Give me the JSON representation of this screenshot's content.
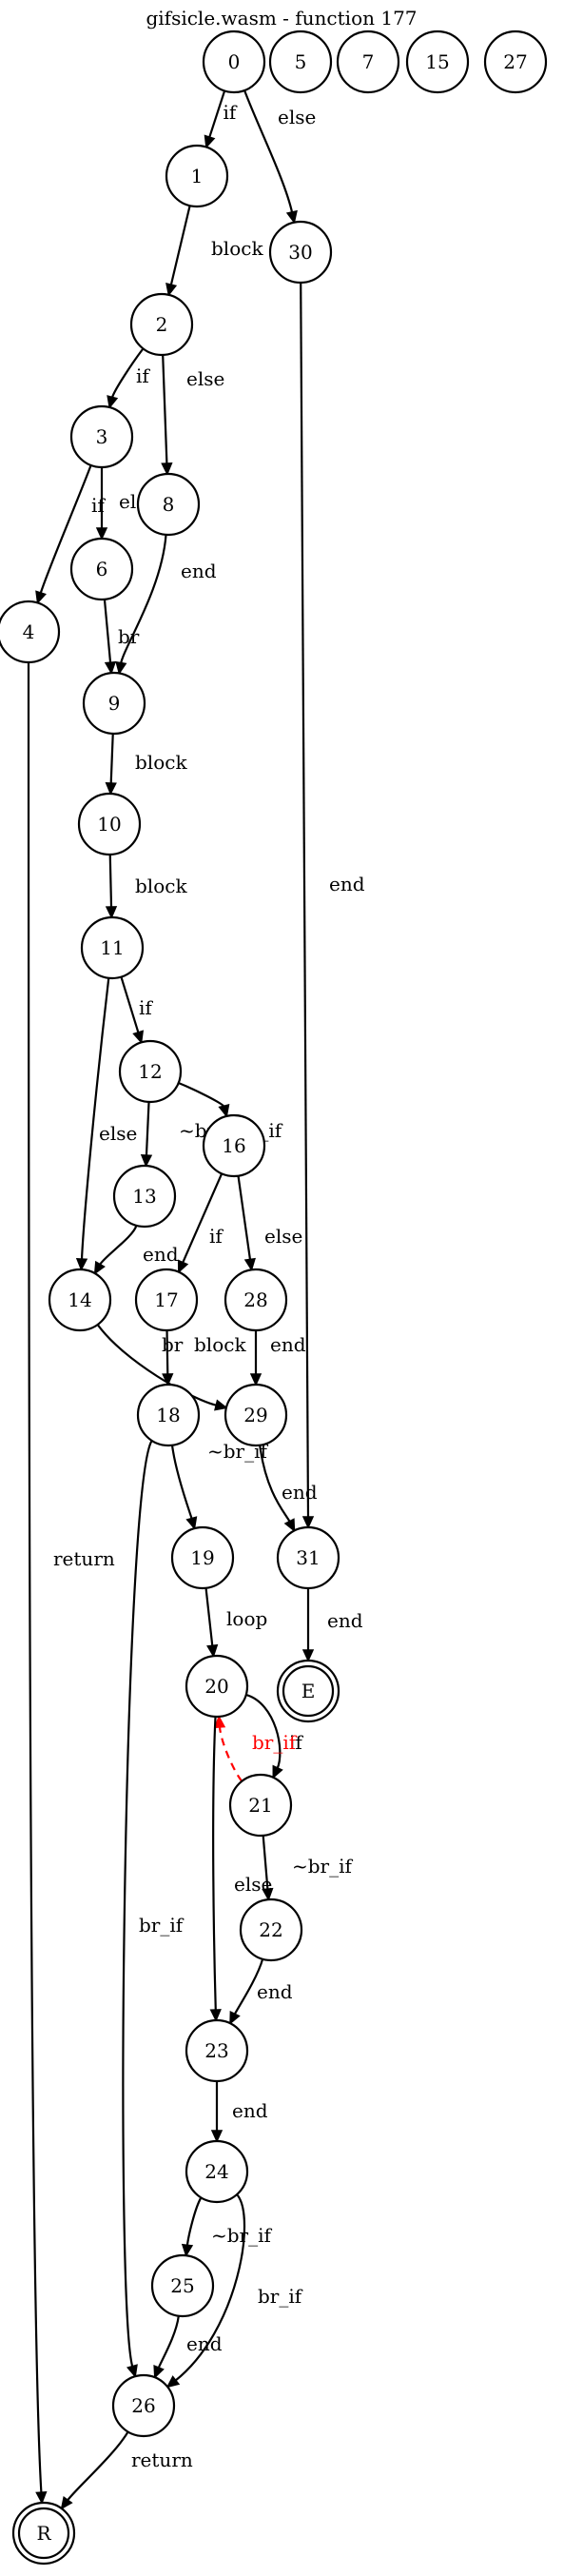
{
  "title": "gifsicle.wasm - function 177",
  "nodes": [
    {
      "id": "0",
      "label": "0"
    },
    {
      "id": "5",
      "label": "5"
    },
    {
      "id": "7",
      "label": "7"
    },
    {
      "id": "15",
      "label": "15"
    },
    {
      "id": "27",
      "label": "27"
    },
    {
      "id": "1",
      "label": "1"
    },
    {
      "id": "30",
      "label": "30"
    },
    {
      "id": "2",
      "label": "2"
    },
    {
      "id": "3",
      "label": "3"
    },
    {
      "id": "8",
      "label": "8"
    },
    {
      "id": "4",
      "label": "4"
    },
    {
      "id": "6",
      "label": "6"
    },
    {
      "id": "9",
      "label": "9"
    },
    {
      "id": "10",
      "label": "10"
    },
    {
      "id": "11",
      "label": "11"
    },
    {
      "id": "12",
      "label": "12"
    },
    {
      "id": "13",
      "label": "13"
    },
    {
      "id": "16",
      "label": "16"
    },
    {
      "id": "14",
      "label": "14"
    },
    {
      "id": "17",
      "label": "17"
    },
    {
      "id": "28",
      "label": "28"
    },
    {
      "id": "18",
      "label": "18"
    },
    {
      "id": "29",
      "label": "29"
    },
    {
      "id": "19",
      "label": "19"
    },
    {
      "id": "31",
      "label": "31"
    },
    {
      "id": "E",
      "label": "E",
      "terminal": true
    },
    {
      "id": "20",
      "label": "20"
    },
    {
      "id": "21",
      "label": "21"
    },
    {
      "id": "22",
      "label": "22"
    },
    {
      "id": "23",
      "label": "23"
    },
    {
      "id": "24",
      "label": "24"
    },
    {
      "id": "25",
      "label": "25"
    },
    {
      "id": "26",
      "label": "26"
    },
    {
      "id": "R",
      "label": "R",
      "terminal": true
    }
  ],
  "edges": [
    {
      "from": "0",
      "to": "1",
      "label": "if"
    },
    {
      "from": "0",
      "to": "30",
      "label": "else"
    },
    {
      "from": "1",
      "to": "2",
      "label": "block"
    },
    {
      "from": "30",
      "to": "31",
      "label": "end"
    },
    {
      "from": "2",
      "to": "3",
      "label": "if"
    },
    {
      "from": "2",
      "to": "8",
      "label": "else"
    },
    {
      "from": "3",
      "to": "4",
      "label": "if"
    },
    {
      "from": "3",
      "to": "6",
      "label": "else"
    },
    {
      "from": "8",
      "to": "9",
      "label": "end"
    },
    {
      "from": "6",
      "to": "9",
      "label": "br"
    },
    {
      "from": "4",
      "to": "R",
      "label": "return"
    },
    {
      "from": "9",
      "to": "10",
      "label": "block"
    },
    {
      "from": "10",
      "to": "11",
      "label": "block"
    },
    {
      "from": "11",
      "to": "12",
      "label": "if"
    },
    {
      "from": "11",
      "to": "14",
      "label": "else"
    },
    {
      "from": "12",
      "to": "13",
      "label": "~br_if"
    },
    {
      "from": "12",
      "to": "16",
      "label": "br_if"
    },
    {
      "from": "13",
      "to": "14",
      "label": "end"
    },
    {
      "from": "16",
      "to": "17",
      "label": "if"
    },
    {
      "from": "16",
      "to": "28",
      "label": "else"
    },
    {
      "from": "14",
      "to": "29",
      "label": "br"
    },
    {
      "from": "17",
      "to": "18",
      "label": "block"
    },
    {
      "from": "28",
      "to": "29",
      "label": "end"
    },
    {
      "from": "29",
      "to": "31",
      "label": "end"
    },
    {
      "from": "18",
      "to": "19",
      "label": "~br_if"
    },
    {
      "from": "18",
      "to": "26",
      "label": "br_if"
    },
    {
      "from": "31",
      "to": "E",
      "label": "end"
    },
    {
      "from": "19",
      "to": "20",
      "label": "loop"
    },
    {
      "from": "20",
      "to": "21",
      "label": "if"
    },
    {
      "from": "21",
      "to": "20",
      "label": "br_if",
      "back": true
    },
    {
      "from": "20",
      "to": "23",
      "label": "else"
    },
    {
      "from": "21",
      "to": "22",
      "label": "~br_if"
    },
    {
      "from": "22",
      "to": "23",
      "label": "end"
    },
    {
      "from": "23",
      "to": "24",
      "label": "end"
    },
    {
      "from": "24",
      "to": "25",
      "label": "~br_if"
    },
    {
      "from": "24",
      "to": "26",
      "label": "br_if"
    },
    {
      "from": "25",
      "to": "26",
      "label": "end"
    },
    {
      "from": "26",
      "to": "R",
      "label": "return"
    }
  ]
}
